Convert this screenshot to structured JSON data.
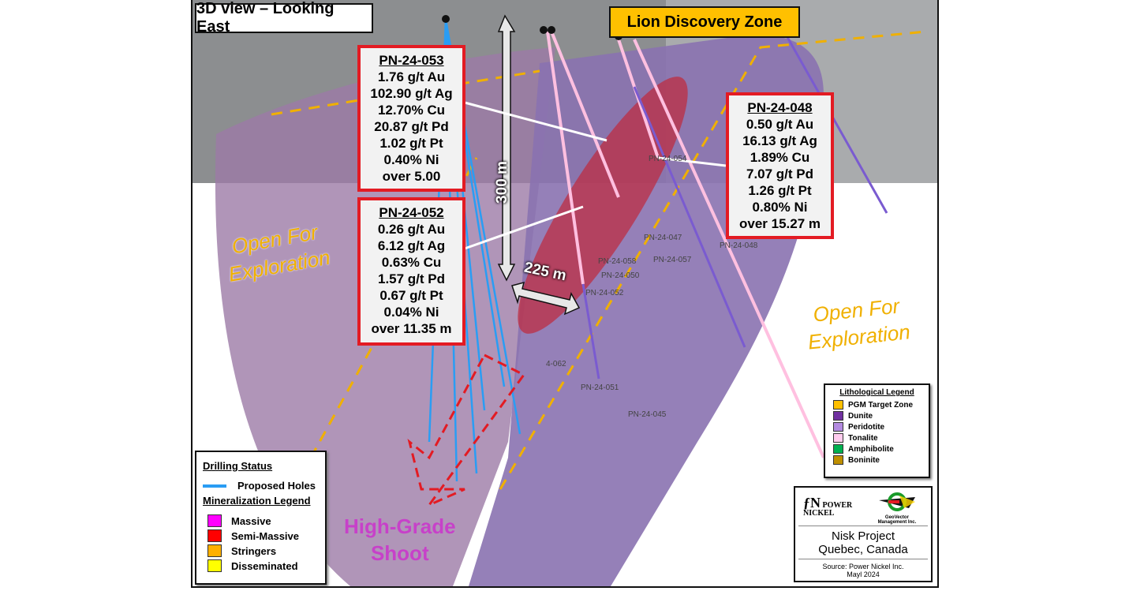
{
  "title": "3D view – Looking East",
  "discovery_zone": "Lion Discovery Zone",
  "assays": [
    {
      "hole": "PN-24-053",
      "lines": [
        "1.76 g/t Au",
        "102.90 g/t Ag",
        "12.70% Cu",
        "20.87 g/t Pd",
        "1.02 g/t Pt",
        "0.40% Ni",
        "over 5.00"
      ]
    },
    {
      "hole": "PN-24-052",
      "lines": [
        "0.26 g/t Au",
        "6.12 g/t Ag",
        "0.63% Cu",
        "1.57 g/t Pd",
        "0.67 g/t Pt",
        "0.04% Ni",
        "over 11.35 m"
      ]
    },
    {
      "hole": "PN-24-048",
      "lines": [
        "0.50 g/t Au",
        "16.13 g/t Ag",
        "1.89% Cu",
        "7.07 g/t Pd",
        "1.26 g/t Pt",
        "0.80% Ni",
        "over 15.27 m"
      ]
    }
  ],
  "dimensions": {
    "vertical": "300 m",
    "horizontal": "225 m"
  },
  "annotations": {
    "open_left_1": "Open For",
    "open_left_2": "Exploration",
    "open_right_1": "Open For",
    "open_right_2": "Exploration",
    "shoot_1": "High-Grade",
    "shoot_2": "Shoot"
  },
  "hole_labels": [
    "PN-24-047",
    "PN-24-048",
    "PN-24-058",
    "PN-24-057",
    "PN-24-050",
    "PN-24-052",
    "4-062",
    "PN-24-051",
    "PN-24-045",
    "PN-24-054"
  ],
  "drilling_legend": {
    "title": "Drilling Status",
    "proposed": "Proposed Holes",
    "proposed_color": "#2a9df4",
    "mineral_title": "Mineralization Legend",
    "items": [
      {
        "label": "Massive",
        "color": "#ff00ff"
      },
      {
        "label": "Semi-Massive",
        "color": "#ff0000"
      },
      {
        "label": "Stringers",
        "color": "#ffb000"
      },
      {
        "label": "Disseminated",
        "color": "#ffff00"
      }
    ]
  },
  "lith_legend": {
    "title": "Lithological Legend",
    "items": [
      {
        "label": "PGM Target Zone",
        "color": "#ffc000"
      },
      {
        "label": "Dunite",
        "color": "#7030a0"
      },
      {
        "label": "Peridotite",
        "color": "#b38ae0"
      },
      {
        "label": "Tonalite",
        "color": "#ffccee"
      },
      {
        "label": "Amphibolite",
        "color": "#00b050"
      },
      {
        "label": "Boninite",
        "color": "#bf8f00"
      }
    ]
  },
  "logo_box": {
    "company": "POWER NICKEL",
    "partner": "GeoVector Management Inc.",
    "project": "Nisk Project",
    "location": "Quebec, Canada",
    "source": "Source: Power Nickel Inc.",
    "date": "Mayl 2024"
  }
}
